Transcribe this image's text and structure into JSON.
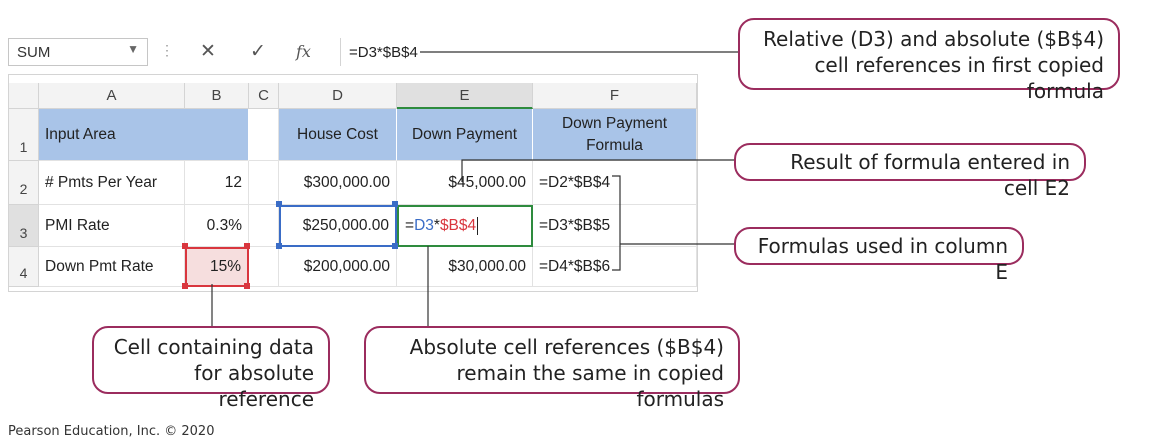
{
  "formula_bar": {
    "name_box": "SUM",
    "cancel_icon": "✕",
    "enter_icon": "✓",
    "fx_icon": "fx",
    "formula": "=D3*$B$4"
  },
  "columns": [
    "A",
    "B",
    "C",
    "D",
    "E",
    "F"
  ],
  "rows": [
    "1",
    "2",
    "3",
    "4"
  ],
  "cells": {
    "A1": "Input Area",
    "D1": "House Cost",
    "E1": "Down Payment",
    "F1_line1": "Down Payment",
    "F1_line2": "Formula",
    "A2": "# Pmts Per Year",
    "B2": "12",
    "D2": "$300,000.00",
    "E2": "$45,000.00",
    "F2": "=D2*$B$4",
    "A3": "PMI Rate",
    "B3": "0.3%",
    "D3": "$250,000.00",
    "E3_part1": "=",
    "E3_part2": "D3",
    "E3_part3": "*",
    "E3_part4": "$B$4",
    "F3": "=D3*$B$5",
    "A4": "Down Pmt Rate",
    "B4": "15%",
    "D4": "$200,000.00",
    "E4": "$30,000.00",
    "F4": "=D4*$B$6"
  },
  "callouts": {
    "relative_absolute_line1": "Relative (D3) and absolute ($B$4)",
    "relative_absolute_line2": "cell references in first copied formula",
    "result_formula": "Result of formula entered in cell E2",
    "formulas_column_e": "Formulas used in column E",
    "cell_data_line1": "Cell containing data",
    "cell_data_line2": "for absolute reference",
    "absolute_refs_line1": "Absolute cell references ($B$4)",
    "absolute_refs_line2": "remain the same in copied formulas"
  },
  "footer": "Pearson Education, Inc. © 2020",
  "colors": {
    "header_fill": "#a9c4e8",
    "callout_border": "#9b2c5e",
    "ref_blue": "#3a6cc6",
    "ref_red": "#d9363e",
    "ref_green": "#2e8b3e"
  }
}
